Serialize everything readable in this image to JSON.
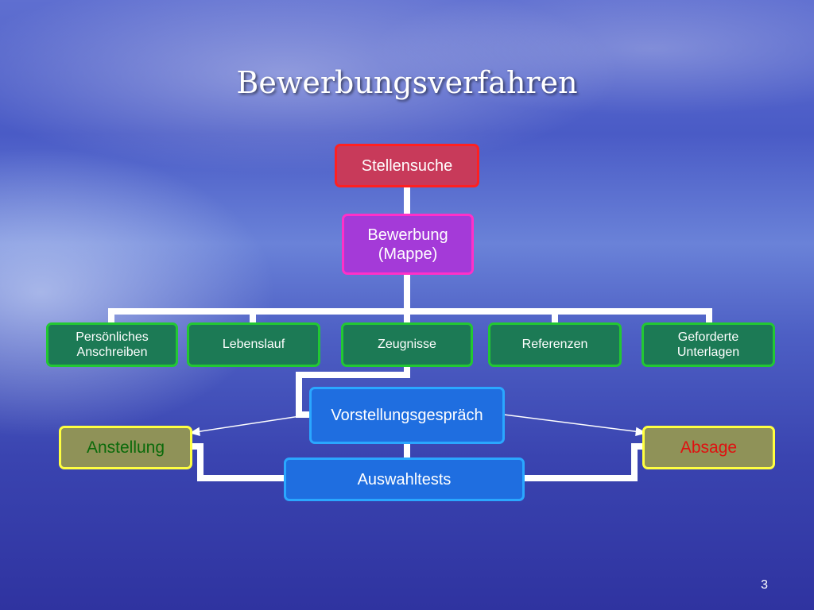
{
  "title": "Bewerbungsverfahren",
  "nodes": {
    "stellensuche": "Stellensuche",
    "bewerbung_line1": "Bewerbung",
    "bewerbung_line2": "(Mappe)",
    "anschreiben_line1": "Persönliches",
    "anschreiben_line2": "Anschreiben",
    "lebenslauf": "Lebenslauf",
    "zeugnisse": "Zeugnisse",
    "referenzen": "Referenzen",
    "unterlagen_line1": "Geforderte",
    "unterlagen_line2": "Unterlagen",
    "vorstellungsgespraech": "Vorstellungsgespräch",
    "auswahltests": "Auswahltests",
    "anstellung": "Anstellung",
    "absage": "Absage"
  },
  "colors": {
    "anstellung_text": "#0a6a0a",
    "absage_text": "#e01010",
    "connector": "#ffffff"
  },
  "page_number": "3"
}
